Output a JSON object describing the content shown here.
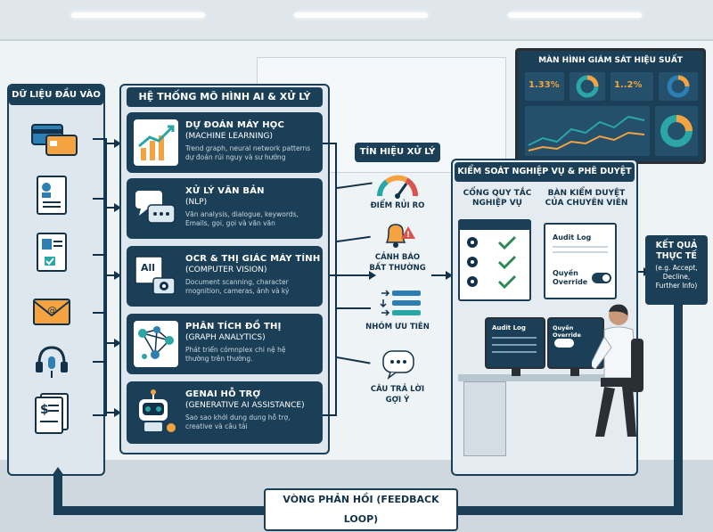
{
  "titles": {
    "input": "DỮ LIỆU ĐẦU VÀO",
    "ai_system": "HỆ THỐNG MÔ HÌNH AI & XỬ LÝ",
    "signals": "TÍN HIỆU XỬ LÝ",
    "control": "KIỂM SOÁT NGHIỆP VỤ & PHÊ DUYỆT",
    "monitor": "MÀN HÌNH GIÁM SÁT HIỆU SUẤT"
  },
  "monitor": {
    "kpi1": "1.33%",
    "kpi2": "1..2%"
  },
  "input_icons": [
    "credit-card-icon",
    "person-document-icon",
    "id-card-icon",
    "email-icon",
    "headset-icon",
    "invoice-icon"
  ],
  "modules": [
    {
      "title": "DỰ ĐOÁN MÁY HỌC",
      "subtitle": "(MACHINE LEARNING)",
      "desc1": "Trend graph, neural network patterns",
      "desc2": "dự đoán rủi nguy và sư hướng",
      "icon": "chart-icon"
    },
    {
      "title": "XỬ LÝ VĂN BẢN",
      "subtitle": "(NLP)",
      "desc1": "Văn analysis, dialogue, keywords,",
      "desc2": "Emails, gọi, gọi và văn văn",
      "icon": "chat-icon"
    },
    {
      "title": "OCR & THỊ GIÁC MÁY TÍNH",
      "subtitle": "(COMPUTER VISION)",
      "desc1": "Document scanning, character",
      "desc2": "rnognition, cameras, ảnh và ký",
      "icon": "camera-icon",
      "icon_text": "All"
    },
    {
      "title": "PHÂN TÍCH ĐỒ THỊ",
      "subtitle": "(GRAPH ANALYTICS)",
      "desc1": "Phát triển cómnplex chi nệ hệ",
      "desc2": "thường trên thường.",
      "icon": "graph-icon"
    },
    {
      "title": "GENAI HỖ TRỢ",
      "subtitle": "(GENERATIVE AI ASSISTANCE)",
      "desc1": "Sao sao khởi dung dung hỗ trợ,",
      "desc2": "creative và câu tải",
      "icon": "robot-icon"
    }
  ],
  "signals": {
    "risk": "ĐIỂM RỦI RO",
    "alert1": "CẢNH BÁO",
    "alert2": "BẤT THƯỜNG",
    "priority": "NHÓM ƯU TIÊN",
    "reply1": "CÂU TRẢ LỜI",
    "reply2": "GỢI Ý"
  },
  "control": {
    "rules1": "CỔNG QUY TẮC",
    "rules2": "NGHIỆP VỤ",
    "review1": "BÀN KIỂM DUYỆT",
    "review2": "CỦA CHUYÊN VIÊN",
    "audit_log": "Audit Log",
    "override1": "Quyền",
    "override2": "Override",
    "desk_audit": "Audit Log",
    "desk_override": "Quyền Override"
  },
  "result": {
    "title1": "KẾT QUẢ",
    "title2": "THỰC TẾ",
    "desc1": "(e.g. Accept,",
    "desc2": "Decline,",
    "desc3": "Further Info)"
  },
  "feedback": "VÒNG PHẢN HỒI (FEEDBACK LOOP)",
  "colors": {
    "navy": "#1b3f56",
    "accent": "#f4a340",
    "check": "#2e8b57",
    "teal": "#2aa6a6"
  }
}
